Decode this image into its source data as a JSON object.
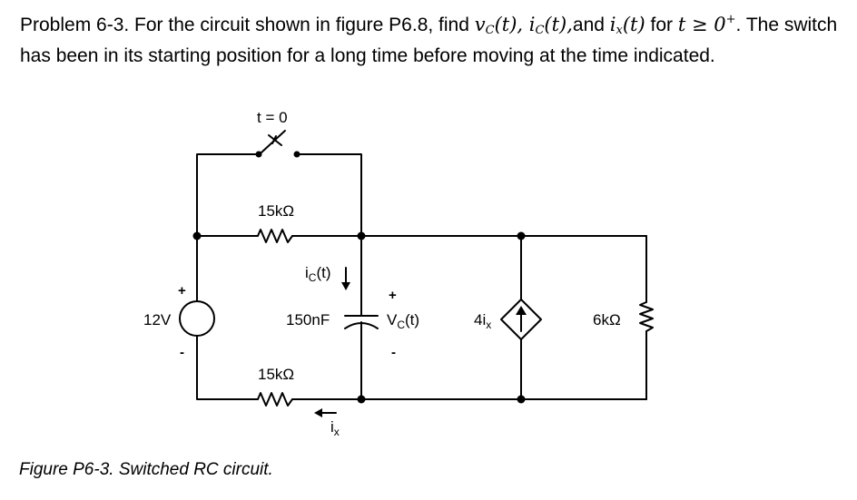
{
  "problem": {
    "lead": "Problem 6-3. For the circuit shown in figure P6.8, find ",
    "vc_base": "v",
    "vc_sub": "C",
    "vc_arg": "(t), ",
    "ic_base": "i",
    "ic_sub": "C",
    "ic_arg": "(t),",
    "and_word": "and ",
    "ix_base": "i",
    "ix_sub": "x",
    "ix_arg": "(t)",
    "for_word": " for ",
    "t_cond": "t ≥ 0",
    "t_sup": "+",
    "tail": ". The switch has been in its starting position for a long time before moving at the time indicated."
  },
  "circuit": {
    "switch_label": "t = 0",
    "r_top_label": "15kΩ",
    "r_bottom_label": "15kΩ",
    "r_right_label": "6kΩ",
    "source_label": "12V",
    "source_plus": "+",
    "source_minus": "-",
    "cap_label": "150nF",
    "ic_label": "i",
    "ic_sub": "C",
    "ic_arg": "(t)",
    "vc_plus": "+",
    "vc_label": "V",
    "vc_sub": "C",
    "vc_arg": "(t)",
    "vc_minus": "-",
    "dep_label": "4i",
    "dep_sub": "x",
    "ix_label": "i",
    "ix_sub": "x"
  },
  "caption": "Figure P6-3. Switched RC circuit."
}
